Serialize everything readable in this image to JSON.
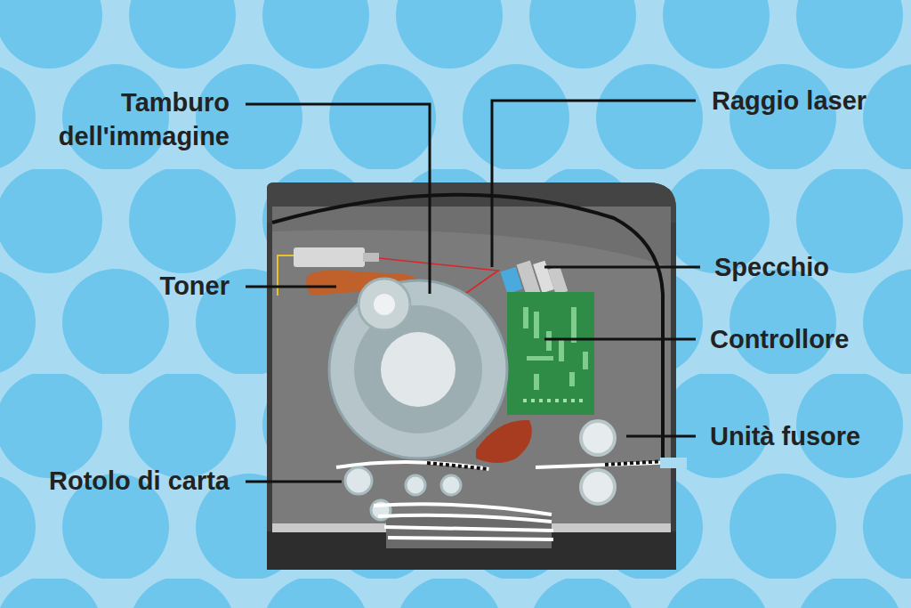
{
  "diagram": {
    "labels": [
      "Tamburo dell'immagine",
      "Raggio laser",
      "Toner",
      "Specchio",
      "Controllore",
      "Unità fusore",
      "Rotolo di carta"
    ]
  }
}
